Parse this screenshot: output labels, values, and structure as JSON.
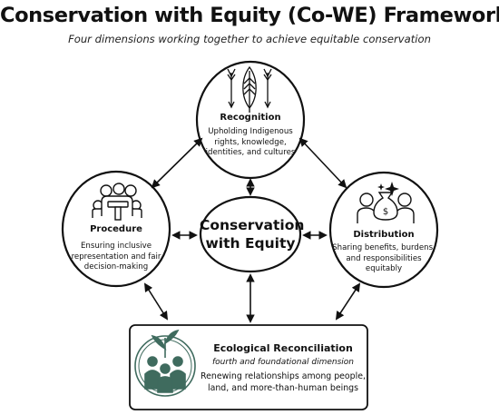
{
  "title": "Conservation with Equity (Co-WE) Framework",
  "subtitle": "Four dimensions working together to achieve equitable conservation",
  "center": {
    "line1": "Conservation",
    "line2": "with Equity"
  },
  "recognition": {
    "heading": "Recognition",
    "desc": [
      "Upholding Indigenous",
      "rights, knowledge,",
      "identities, and cultures"
    ],
    "icon": "feathers-icon"
  },
  "procedure": {
    "heading": "Procedure",
    "desc": [
      "Ensuring inclusive",
      "representation and fair",
      "decision-making"
    ],
    "icon": "meeting-table-icon"
  },
  "distribution": {
    "heading": "Distribution",
    "desc": [
      "Sharing benefits, burdens,",
      "and responsibilities",
      "equitably"
    ],
    "icon": "money-sharing-icon"
  },
  "ecological": {
    "heading": "Ecological Reconciliation",
    "subheading": "fourth and foundational dimension",
    "desc": [
      "Renewing relationships among people,",
      "land, and more-than-human beings"
    ],
    "icon": "people-earth-plant-icon"
  },
  "colors": {
    "ink": "#111111",
    "eco_green": "#3f6b5e",
    "background": "#ffffff"
  }
}
